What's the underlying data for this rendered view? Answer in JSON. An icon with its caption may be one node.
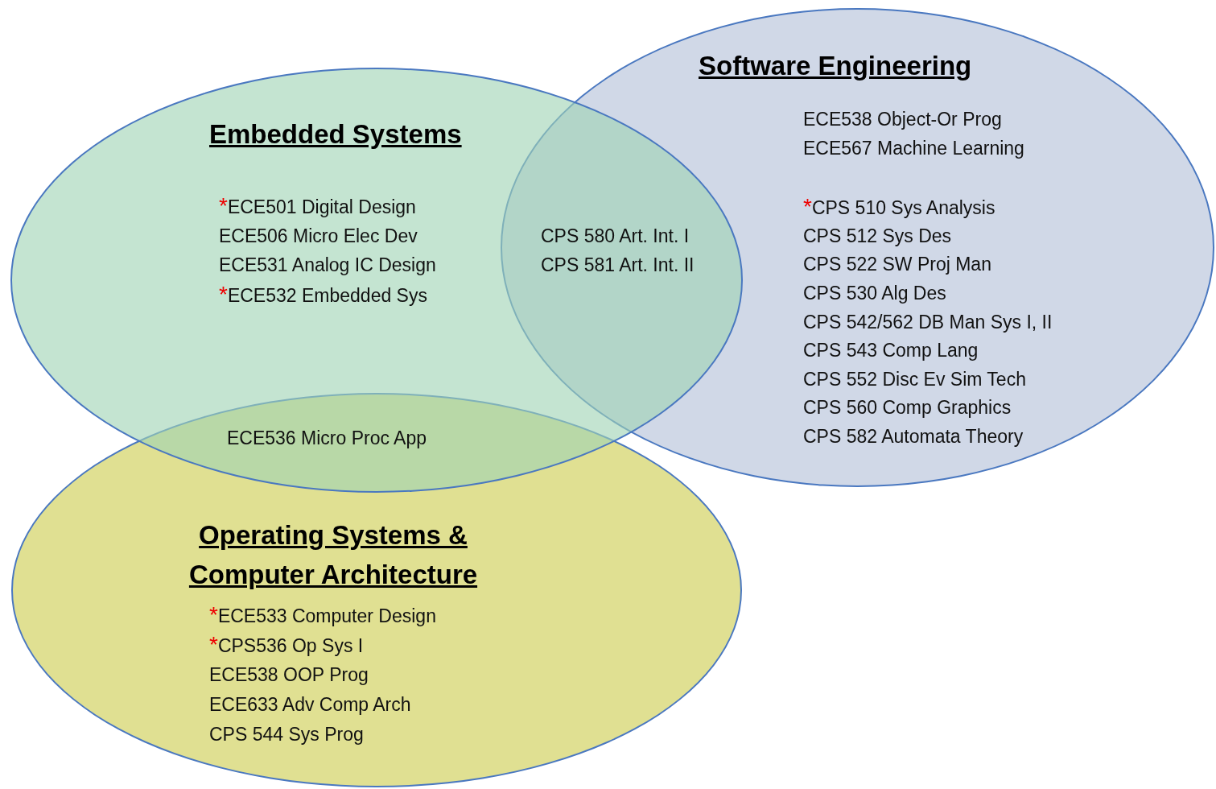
{
  "diagram": {
    "nodes": [
      {
        "text": [
          "Software Engineering",
          "ECE538 Object-Or Prog",
          "ECE567 Machine Learning",
          "*CPS 510 Sys Analysis",
          "CPS 512 Sys Des",
          "CPS 522 SW Proj Man",
          "CPS 530 Alg Des",
          "CPS 542/562 DB Man Sys I, II",
          "CPS 543 Comp Lang",
          "CPS 552 Disc Ev Sim Tech",
          "CPS 560 Comp Graphics",
          "CPS 582 Automata Theory"
        ]
      },
      {
        "text": [
          "Embedded Systems",
          "*ECE501 Digital Design",
          "ECE506 Micro Elec Dev",
          "ECE531 Analog IC Design",
          "*ECE532 Embedded Sys"
        ]
      },
      {
        "text": [
          "Operating Systems & Computer Architecture",
          "*ECE533 Computer Design",
          "*CPS536 Op Sys I",
          "ECE538 OOP Prog",
          "ECE633 Adv Comp Arch",
          "CPS 544 Sys Prog"
        ]
      }
    ],
    "labels": [
      "CPS 580 Art. Int. I",
      "CPS 581 Art. Int. II",
      "ECE536 Micro Proc App"
    ]
  }
}
